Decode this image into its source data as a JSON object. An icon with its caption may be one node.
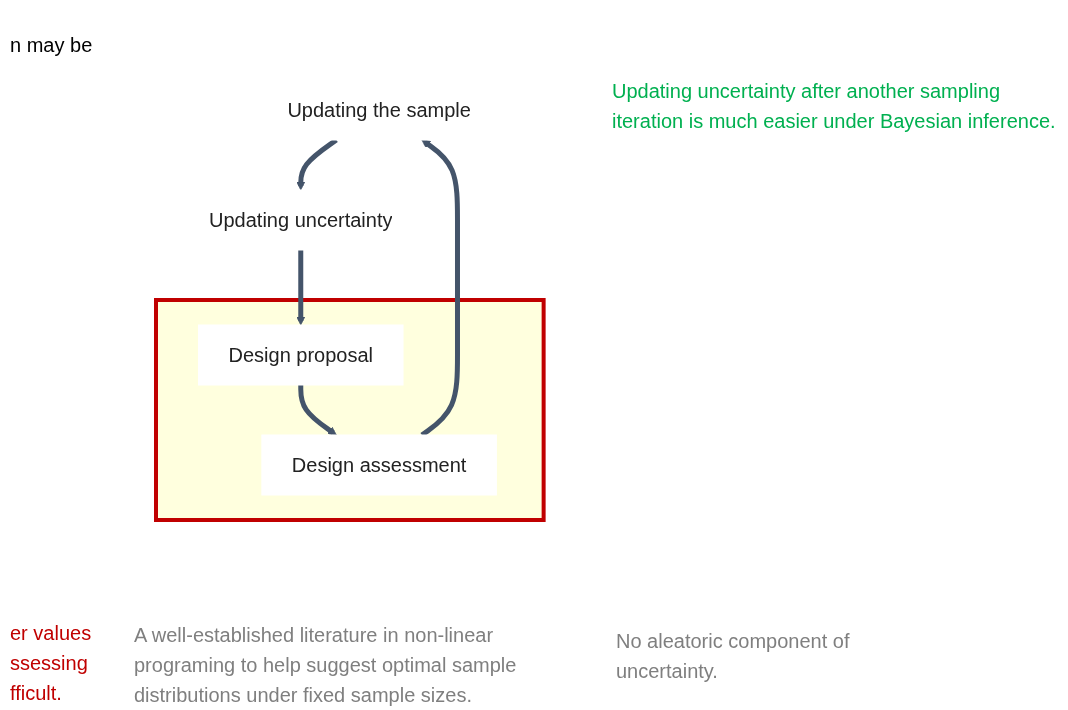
{
  "diagram": {
    "nodes": [
      {
        "text": [
          "Updating the sample"
        ]
      },
      {
        "text": [
          "Updating uncertainty"
        ]
      },
      {
        "text": [],
        "shape": "box"
      },
      {
        "text": [
          "Design assessment"
        ],
        "in": 2
      },
      {
        "text": [
          "Design proposal"
        ],
        "in": 2
      }
    ],
    "edges": [
      {
        "from": 0,
        "to": 1,
        "arrow": "to"
      },
      {
        "from": 1,
        "to": 4,
        "arrow": "to"
      },
      {
        "from": 4,
        "to": 3,
        "arrow": "to"
      },
      {
        "from": 3,
        "to": 0,
        "arrow": "to"
      }
    ],
    "labels": [
      "n may be",
      "Updating uncertainty after another sampling iteration is much easier under Bayesian inference.",
      "er values ssessing fficult.",
      "A well-established literature in non-linear programing to help suggest optimal sample distributions under fixed sample sizes.",
      "No aleatoric component of uncertainty."
    ]
  }
}
